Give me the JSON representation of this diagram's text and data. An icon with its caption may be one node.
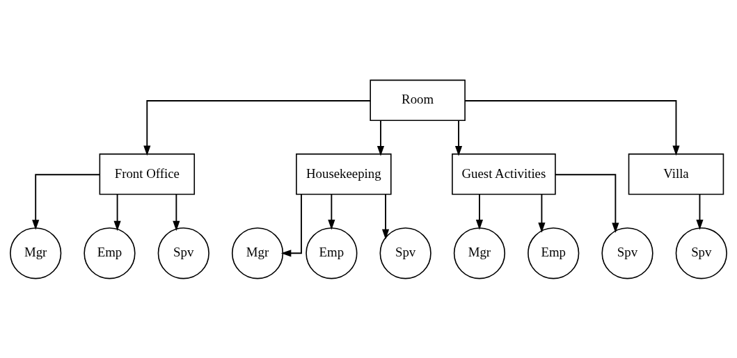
{
  "diagram": {
    "nodes": [
      {
        "text": [
          "Room"
        ]
      },
      {
        "text": [
          "Front Office"
        ]
      },
      {
        "text": [
          "Housekeeping"
        ]
      },
      {
        "text": [
          "Guest Activities"
        ]
      },
      {
        "text": [
          "Villa"
        ]
      },
      {
        "text": [
          "Mgr"
        ]
      },
      {
        "text": [
          "Emp"
        ]
      },
      {
        "text": [
          "Spv"
        ]
      },
      {
        "text": [
          "Mgr"
        ]
      },
      {
        "text": [
          "Emp"
        ]
      },
      {
        "text": [
          "Spv"
        ]
      },
      {
        "text": [
          "Mgr"
        ]
      },
      {
        "text": [
          "Emp"
        ]
      },
      {
        "text": [
          "Spv"
        ]
      },
      {
        "text": [
          "Spv"
        ]
      }
    ],
    "edges": [
      {
        "from": 0,
        "to": 1,
        "arrow": "to"
      },
      {
        "from": 0,
        "to": 2,
        "arrow": "to"
      },
      {
        "from": 0,
        "to": 3,
        "arrow": "to"
      },
      {
        "from": 0,
        "to": 4,
        "arrow": "to"
      },
      {
        "from": 1,
        "to": 5,
        "arrow": "to"
      },
      {
        "from": 1,
        "to": 6,
        "arrow": "to"
      },
      {
        "from": 1,
        "to": 7,
        "arrow": "to"
      },
      {
        "from": 2,
        "to": 8,
        "arrow": "to"
      },
      {
        "from": 2,
        "to": 9,
        "arrow": "to"
      },
      {
        "from": 2,
        "to": 10,
        "arrow": "to"
      },
      {
        "from": 3,
        "to": 11,
        "arrow": "to"
      },
      {
        "from": 3,
        "to": 12,
        "arrow": "to"
      },
      {
        "from": 3,
        "to": 13,
        "arrow": "to"
      },
      {
        "from": 4,
        "to": 14,
        "arrow": "to"
      }
    ]
  }
}
